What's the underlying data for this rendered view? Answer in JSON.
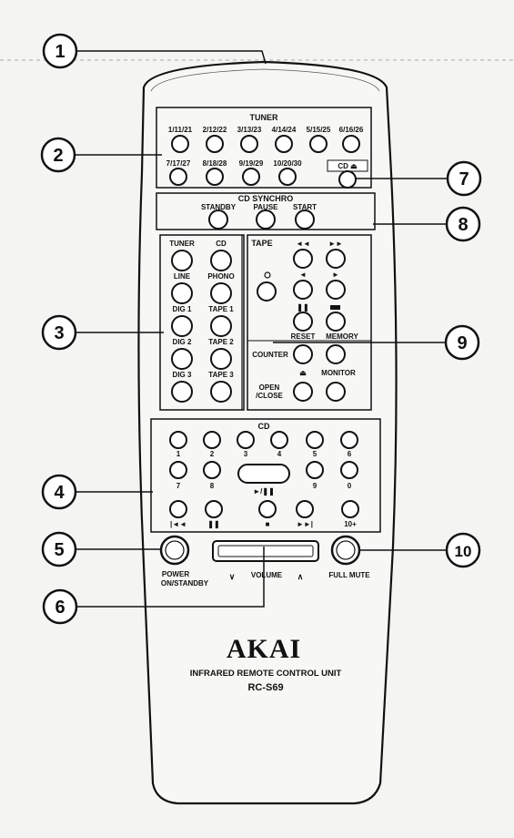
{
  "callouts": [
    "1",
    "2",
    "3",
    "4",
    "5",
    "6",
    "7",
    "8",
    "9",
    "10"
  ],
  "tuner": {
    "title": "TUNER",
    "row1": [
      "1/11/21",
      "2/12/22",
      "3/13/23",
      "4/14/24",
      "5/15/25",
      "6/16/26"
    ],
    "row2": [
      "7/17/27",
      "8/18/28",
      "9/19/29",
      "10/20/30"
    ]
  },
  "cd_eject_label": "CD ⏏",
  "cd_synchro": {
    "title": "CD SYNCHRO",
    "buttons": [
      "STANDBY",
      "PAUSE",
      "START"
    ]
  },
  "source": [
    "TUNER",
    "CD",
    "LINE",
    "PHONO",
    "DIG 1",
    "TAPE 1",
    "DIG 2",
    "TAPE 2",
    "DIG 3",
    "TAPE 3"
  ],
  "tape": {
    "title": "TAPE",
    "reset": "RESET",
    "memory": "MEMORY",
    "counter": "COUNTER",
    "open_close": [
      "OPEN",
      "/CLOSE"
    ],
    "monitor": "MONITOR"
  },
  "cd": {
    "title": "CD",
    "digits_row1": [
      "1",
      "2",
      "3",
      "4",
      "5",
      "6"
    ],
    "digits_row2": [
      "7",
      "8",
      "9",
      "0"
    ],
    "play_pause": "►/❚❚",
    "transport": [
      "|◄◄",
      "❚❚",
      "■",
      "►►|",
      "10+"
    ]
  },
  "power": [
    "POWER",
    "ON/STANDBY"
  ],
  "volume": {
    "label": "VOLUME",
    "down": "∨",
    "up": "∧"
  },
  "full_mute": "FULL MUTE",
  "brand": "AKAI",
  "tagline": "INFRARED REMOTE CONTROL UNIT",
  "model": "RC-S69"
}
